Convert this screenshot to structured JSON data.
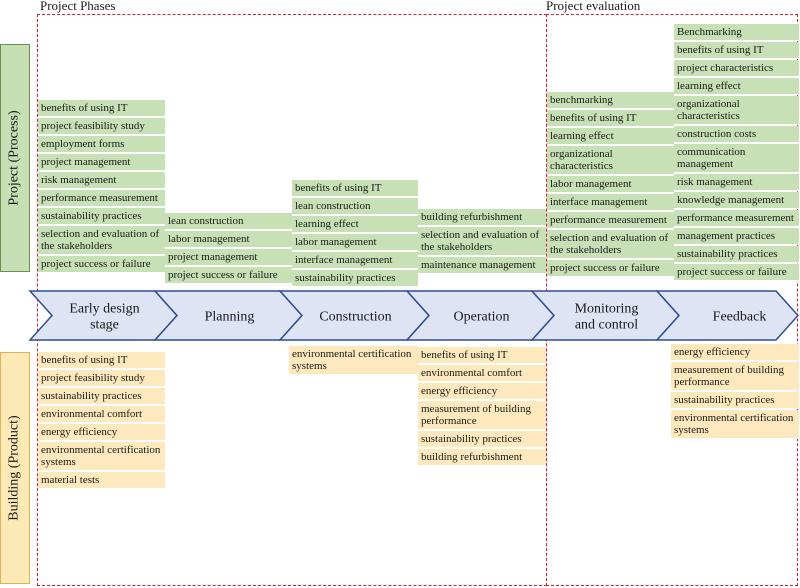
{
  "regions": {
    "phases_label": "Project Phases",
    "evaluation_label": "Project evaluation"
  },
  "sides": {
    "process_label": "Project (Process)",
    "product_label": "Building (Product)"
  },
  "phases": [
    {
      "label": "Early design stage"
    },
    {
      "label": "Planning"
    },
    {
      "label": "Construction"
    },
    {
      "label": "Operation"
    },
    {
      "label": "Monitoring and control"
    },
    {
      "label": "Feedback"
    }
  ],
  "process_columns": [
    {
      "phase": "Early design stage",
      "items": [
        "benefits of using IT",
        "project feasibility study",
        "employment forms",
        "project management",
        "risk management",
        "performance measurement",
        "sustainability practices",
        "selection and evaluation of the stakeholders",
        "project success or failure"
      ]
    },
    {
      "phase": "Planning",
      "items": [
        "lean construction",
        "labor management",
        "project management",
        "project success or failure"
      ]
    },
    {
      "phase": "Construction",
      "items": [
        "benefits of using IT",
        "lean construction",
        "learning effect",
        "labor management",
        "interface management",
        "sustainability practices"
      ]
    },
    {
      "phase": "Operation",
      "items": [
        "building refurbishment",
        "selection and evaluation of the stakeholders",
        "maintenance management"
      ]
    },
    {
      "phase": "Monitoring and control",
      "items": [
        "benchmarking",
        "benefits of using IT",
        "learning effect",
        "organizational characteristics",
        "labor management",
        "interface management",
        "performance measurement",
        "selection and evaluation of the stakeholders",
        "project success or failure"
      ]
    },
    {
      "phase": "Feedback",
      "items": [
        "Benchmarking",
        "benefits of using IT",
        "project characteristics",
        "learning effect",
        "organizational characteristics",
        "construction costs",
        "communication management",
        "risk management",
        "knowledge management",
        "performance measurement",
        "management practices",
        "sustainability practices",
        "project success or failure"
      ]
    }
  ],
  "product_columns": [
    {
      "phase": "Early design stage",
      "items": [
        "benefits of using IT",
        "project feasibility study",
        "sustainability practices",
        "environmental comfort",
        "energy efficiency",
        "environmental certification systems",
        "material tests"
      ]
    },
    {
      "phase": "Construction",
      "items": [
        "environmental certification systems"
      ]
    },
    {
      "phase": "Operation",
      "items": [
        "benefits of using IT",
        "environmental comfort",
        "energy efficiency",
        "measurement of building performance",
        "sustainability practices",
        "building refurbishment"
      ]
    },
    {
      "phase": "Feedback",
      "items": [
        "energy efficiency",
        "measurement of building performance",
        "sustainability practices",
        "environmental certification systems"
      ]
    }
  ],
  "colors": {
    "region_border": "#d9202a",
    "process_fill": "#c7e0b5",
    "product_fill": "#fde9bd",
    "arrow_fill": "#dfe4f4",
    "arrow_stroke": "#2f4f8f"
  }
}
